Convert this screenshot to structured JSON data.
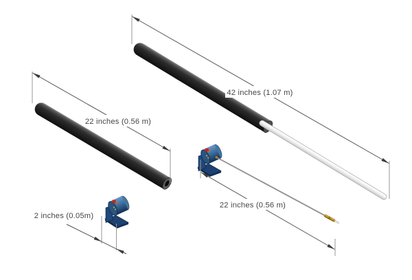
{
  "diagram": {
    "annotations": {
      "left_tube_length": "22 inches (0.56 m)",
      "right_tube_length": "42 inches (1.07 m)",
      "mount_base_width": "2 inches (0.05m)",
      "whip_wire_length": "22 inches (0.56 m)"
    },
    "colors": {
      "text": "#454545",
      "dimension_line": "#555555",
      "extension_line": "#979797",
      "tube_dark": "#1f1f1f",
      "tube_light": "#f1f1f1",
      "device_blue": "#2a5482",
      "bracket_navy": "#1d4170",
      "detail_red": "#c92222",
      "detail_gold": "#c8a020",
      "wire_gray": "#909090",
      "connector_brass": "#bd9226",
      "background": "#ffffff"
    }
  }
}
